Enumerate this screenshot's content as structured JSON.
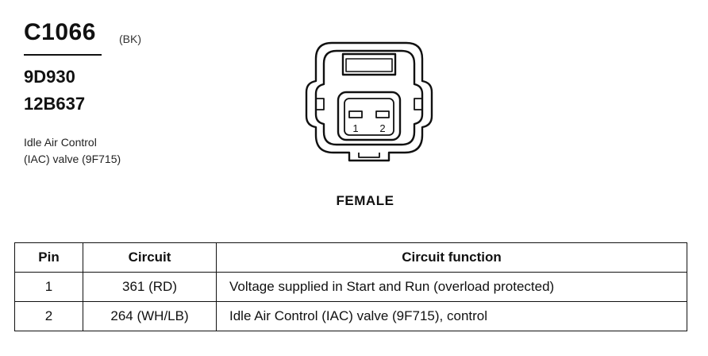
{
  "connector": {
    "id": "C1066",
    "color_code": "(BK)",
    "part_numbers": [
      "9D930",
      "12B637"
    ],
    "description": [
      "Idle Air Control",
      "(IAC) valve (9F715)"
    ]
  },
  "drawing": {
    "pin_labels": [
      "1",
      "2"
    ],
    "gender": "FEMALE"
  },
  "table": {
    "headers": [
      "Pin",
      "Circuit",
      "Circuit function"
    ],
    "rows": [
      [
        "1",
        "361 (RD)",
        "Voltage supplied in Start and Run (overload protected)"
      ],
      [
        "2",
        "264 (WH/LB)",
        "Idle Air Control (IAC) valve (9F715), control"
      ]
    ]
  }
}
